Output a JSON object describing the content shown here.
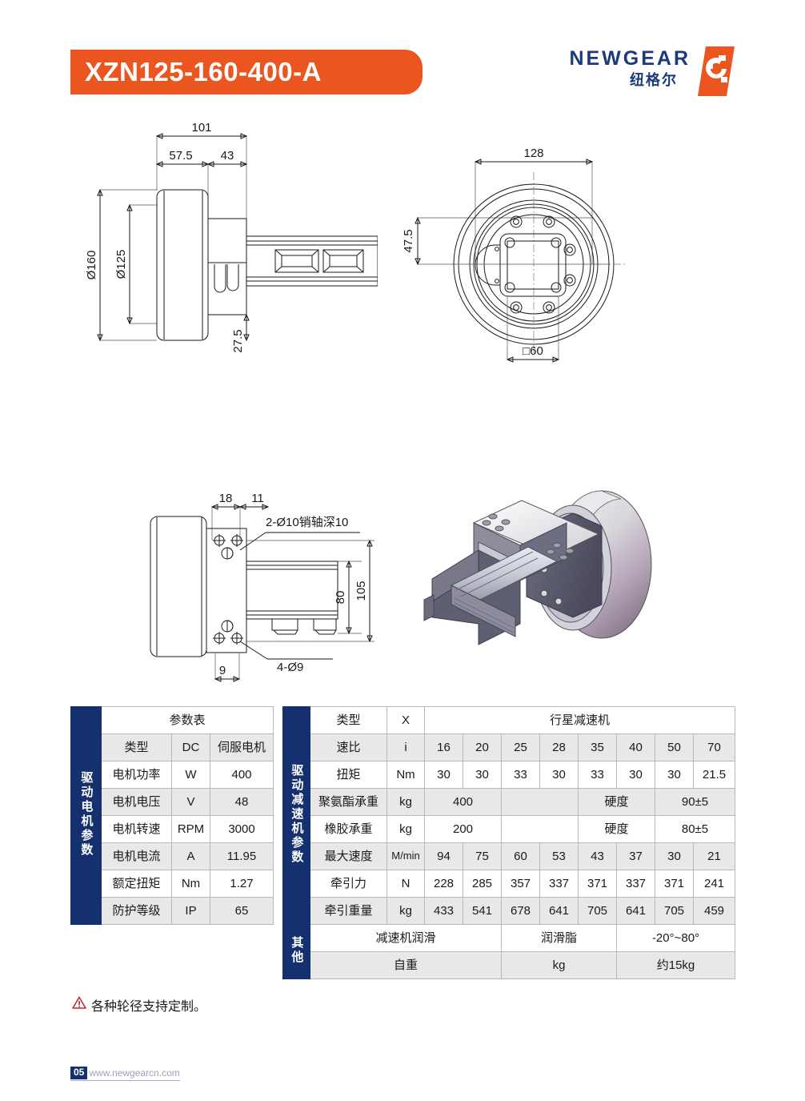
{
  "header": {
    "model_title": "XZN125-160-400-A",
    "brand_en": "NEWGEAR",
    "brand_cn": "纽格尔",
    "banner_color": "#ea5520",
    "brand_color": "#1b3a7a"
  },
  "drawings": {
    "side_top": {
      "name": "side-view-top",
      "dims": {
        "overall_length": "101",
        "wheel_width": "57.5",
        "motor_offset": "43",
        "outer_diameter": "Ø160",
        "inner_diameter": "Ø125",
        "shaft_drop": "27.5"
      }
    },
    "front": {
      "name": "front-view",
      "dims": {
        "width": "128",
        "height_offset": "47.5",
        "square_boss": "□60"
      }
    },
    "side_bottom": {
      "name": "side-view-bottom",
      "dims": {
        "plate_a": "18",
        "plate_b": "11",
        "plate_c": "9",
        "bore_height": "80",
        "plate_height": "105",
        "pin_note": "2-Ø10销轴深10",
        "hole_note": "4-Ø9"
      }
    },
    "render": {
      "name": "isometric-render"
    }
  },
  "table_left": {
    "vertical_header": "驱动电机参数",
    "title": "参数表",
    "header_row": [
      "类型",
      "DC",
      "伺服电机"
    ],
    "rows": [
      {
        "label": "电机功率",
        "unit": "W",
        "value": "400"
      },
      {
        "label": "电机电压",
        "unit": "V",
        "value": "48"
      },
      {
        "label": "电机转速",
        "unit": "RPM",
        "value": "3000"
      },
      {
        "label": "电机电流",
        "unit": "A",
        "value": "11.95"
      },
      {
        "label": "额定扭矩",
        "unit": "Nm",
        "value": "1.27"
      },
      {
        "label": "防护等级",
        "unit": "IP",
        "value": "65"
      }
    ]
  },
  "table_right": {
    "vertical_header_main": "驱动减速机参数",
    "vertical_header_other": "其他",
    "type_row": {
      "label": "类型",
      "unit": "X",
      "value": "行星减速机"
    },
    "ratio_row": {
      "label": "速比",
      "unit": "i",
      "values": [
        "16",
        "20",
        "25",
        "28",
        "35",
        "40",
        "50",
        "70"
      ]
    },
    "torque_row": {
      "label": "扭矩",
      "unit": "Nm",
      "values": [
        "30",
        "30",
        "33",
        "30",
        "33",
        "30",
        "30",
        "21.5"
      ]
    },
    "pu_row": {
      "label": "聚氨酯承重",
      "unit": "kg",
      "value": "400",
      "hardness_label": "硬度",
      "hardness": "90±5"
    },
    "rubber_row": {
      "label": "橡胶承重",
      "unit": "kg",
      "value": "200",
      "hardness_label": "硬度",
      "hardness": "80±5"
    },
    "speed_row": {
      "label": "最大速度",
      "unit": "M/min",
      "values": [
        "94",
        "75",
        "60",
        "53",
        "43",
        "37",
        "30",
        "21"
      ]
    },
    "traction_row": {
      "label": "牵引力",
      "unit": "N",
      "values": [
        "228",
        "285",
        "357",
        "337",
        "371",
        "337",
        "371",
        "241"
      ]
    },
    "tracweight_row": {
      "label": "牵引重量",
      "unit": "kg",
      "values": [
        "433",
        "541",
        "678",
        "641",
        "705",
        "641",
        "705",
        "459"
      ]
    },
    "lube_row": {
      "label": "减速机润滑",
      "medium": "润滑脂",
      "temp": "-20°~80°"
    },
    "weight_row": {
      "label": "自重",
      "unit": "kg",
      "value": "约15kg"
    }
  },
  "note": {
    "icon": "warning-triangle-icon",
    "text": "各种轮径支持定制。"
  },
  "footer": {
    "page_number": "05",
    "website": "www.newgearcn.com"
  }
}
